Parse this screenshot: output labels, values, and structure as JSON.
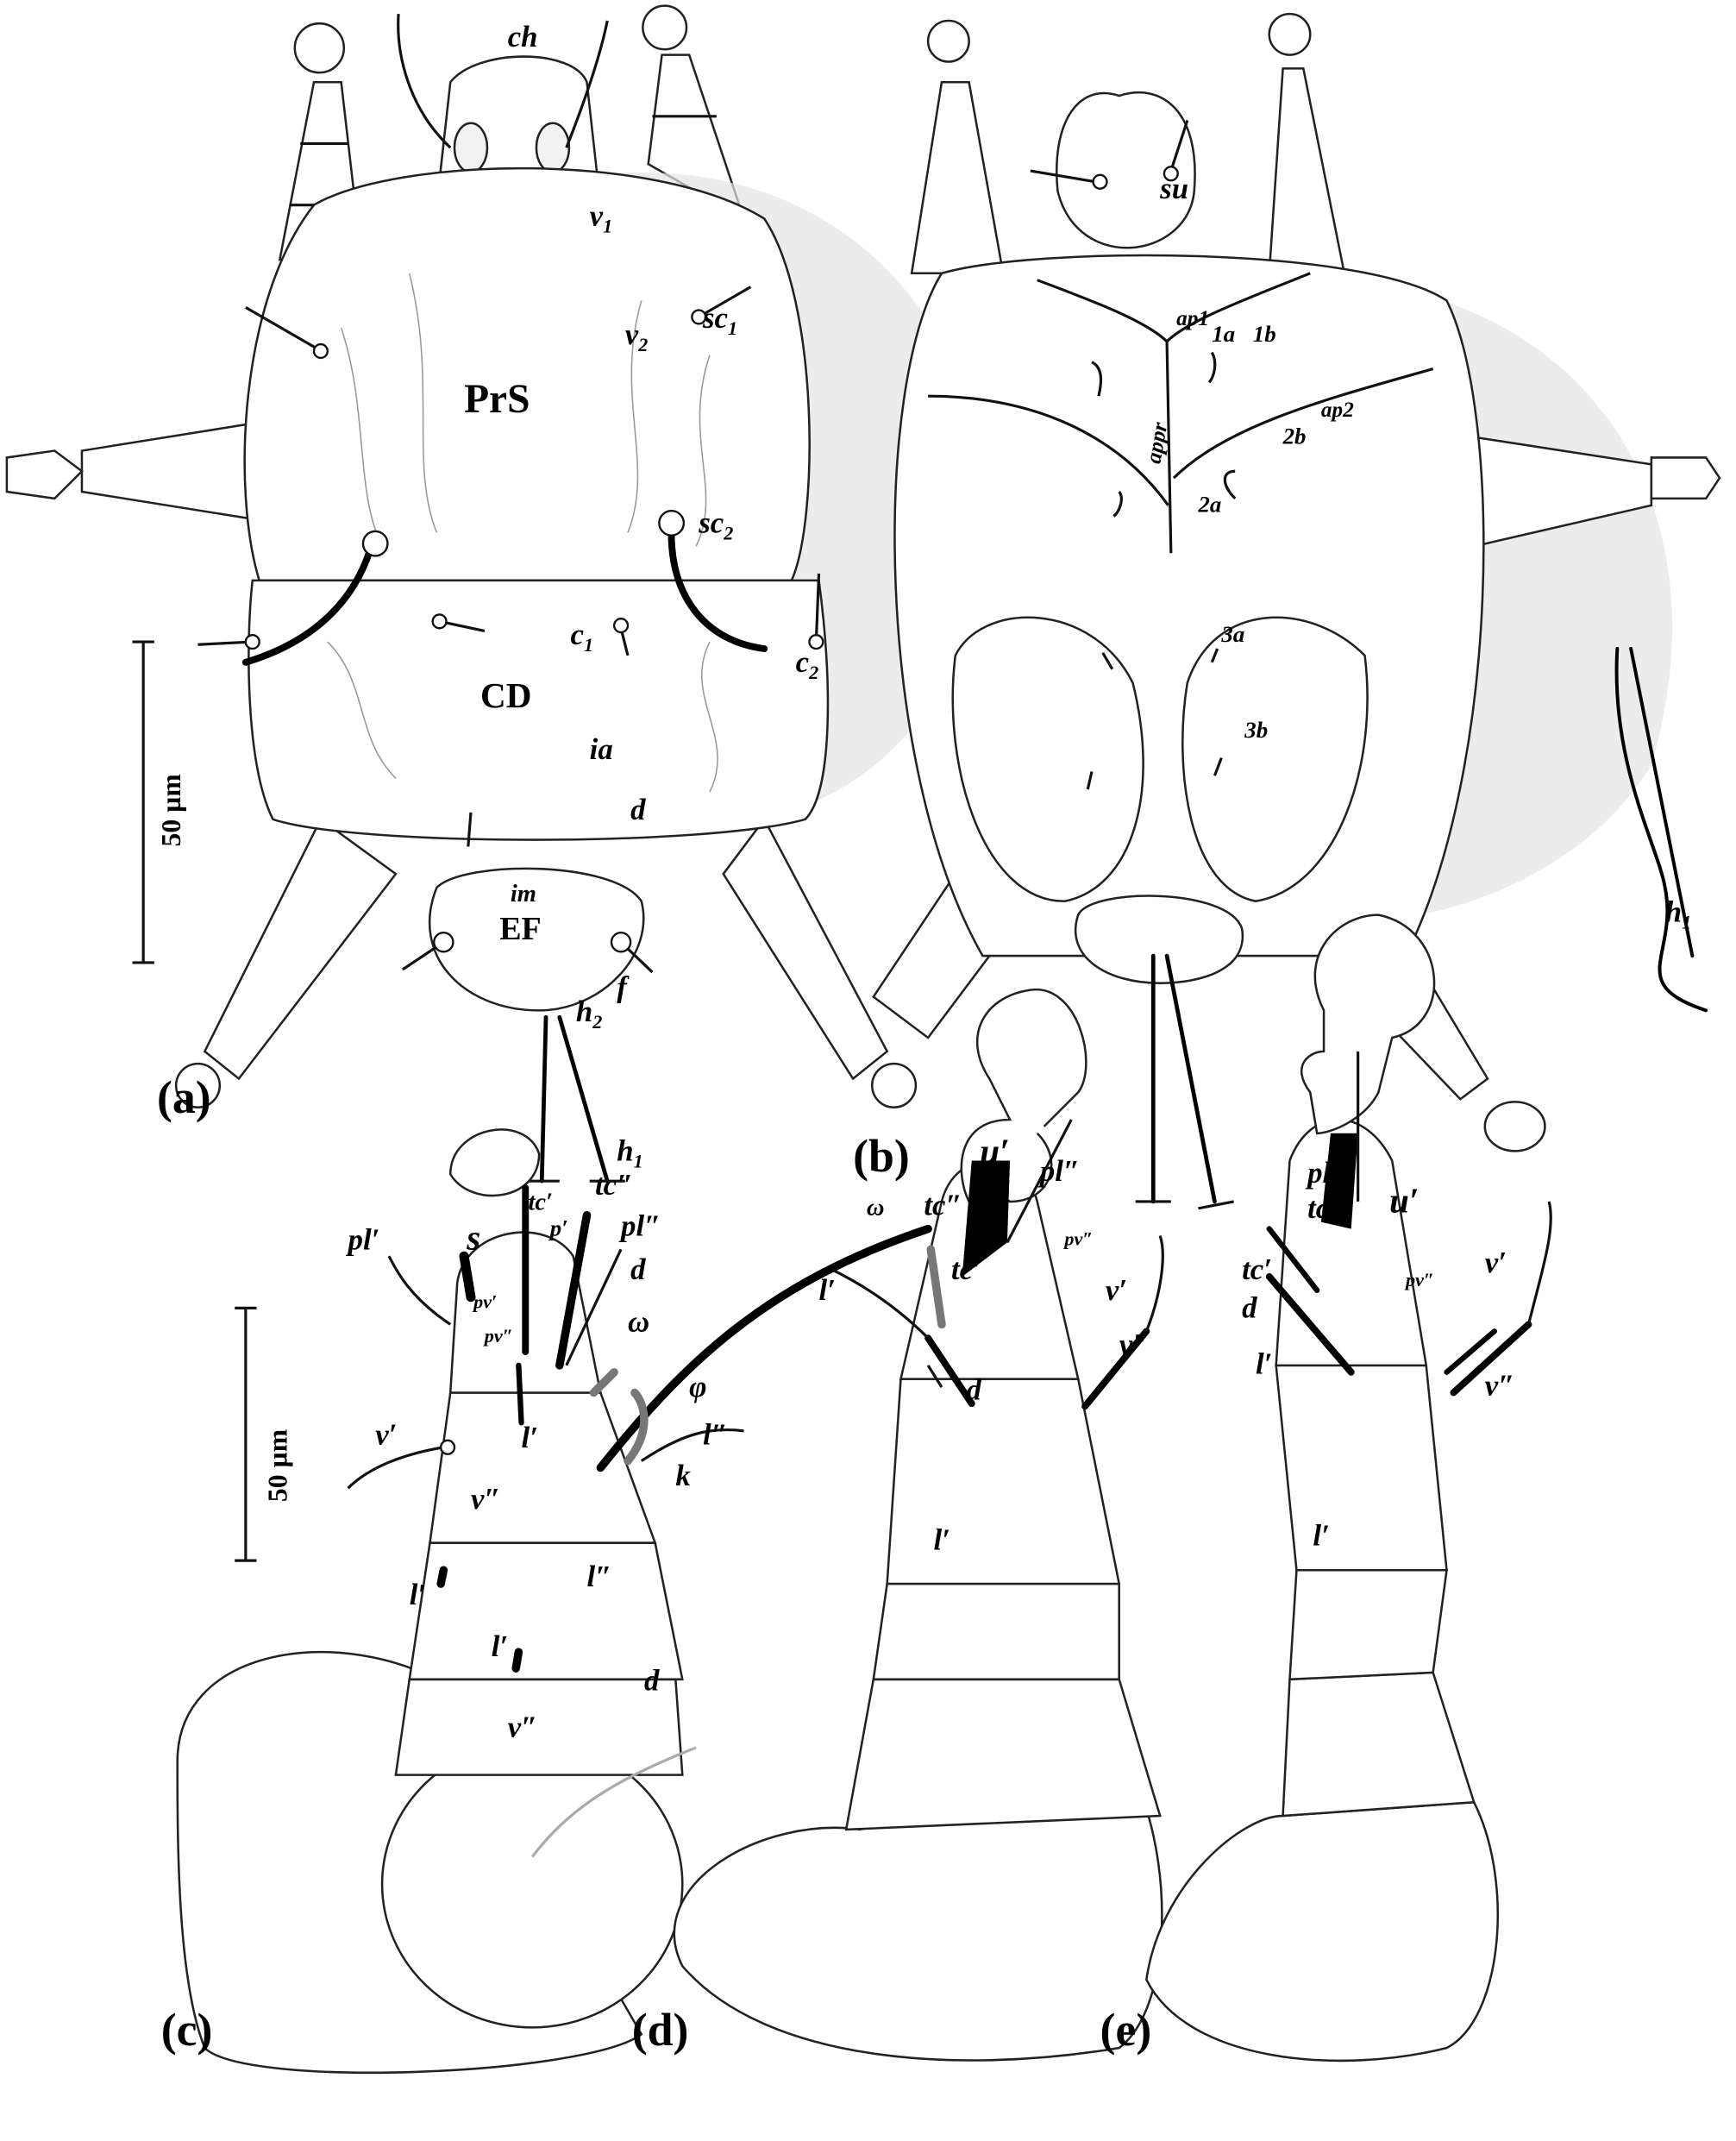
{
  "panels": {
    "a": {
      "caption": "(a)",
      "regions": {
        "prs": "PrS",
        "cd": "CD",
        "ef": "EF"
      },
      "setae": {
        "ch": "ch",
        "v1": "v",
        "v1_sub": "1",
        "v2": "v",
        "v2_sub": "2",
        "sc1": "sc",
        "sc1_sub": "1",
        "sc2": "sc",
        "sc2_sub": "2",
        "c1": "c",
        "c1_sub": "1",
        "c2": "c",
        "c2_sub": "2",
        "ia": "ia",
        "d": "d",
        "im": "im",
        "f": "f",
        "h2": "h",
        "h2_sub": "2",
        "h1": "h",
        "h1_sub": "1"
      },
      "scale": "50 µm"
    },
    "b": {
      "caption": "(b)",
      "labels": {
        "su": "su",
        "ap1": "ap1",
        "ap2": "ap2",
        "appr": "appr",
        "1a": "1a",
        "1b": "1b",
        "2a": "2a",
        "2b": "2b",
        "3a": "3a",
        "3b": "3b",
        "h1": "h",
        "h1_sub": "1"
      }
    },
    "c": {
      "caption": "(c)",
      "labels": {
        "tc2": "tc″",
        "pl2": "pl″",
        "tc1": "tc′",
        "p1": "p′",
        "pl1": "pl′",
        "s": "s",
        "pv1": "pv′",
        "pv2": "pv″",
        "omega": "ω",
        "d": "d",
        "phi": "φ",
        "l2": "l″",
        "v1": "v′",
        "l1": "l′",
        "v2": "v″",
        "k": "k",
        "l1_b": "l′",
        "l2_b": "l″",
        "l1_c": "l′",
        "d_b": "d",
        "v2_b": "v″"
      },
      "scale": "50 µm"
    },
    "d": {
      "caption": "(d)",
      "labels": {
        "u1": "u′",
        "pl2": "pl″",
        "tc2": "tc″",
        "omega": "ω",
        "pv2": "pv″",
        "tc1": "tc′",
        "v1": "v′",
        "l1": "l′",
        "v2": "v″",
        "d": "d",
        "l1_b": "l′"
      }
    },
    "e": {
      "caption": "(e)",
      "labels": {
        "pl2": "pl″",
        "tc2": "tc″",
        "u1": "u′",
        "tc1": "tc′",
        "d": "d",
        "pv2": "pv″",
        "v1": "v′",
        "l1": "l′",
        "v2": "v″",
        "l1_b": "l′"
      }
    }
  }
}
